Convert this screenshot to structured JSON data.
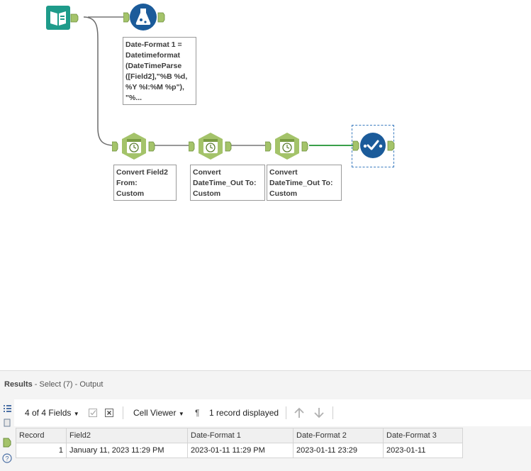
{
  "annotations": {
    "formula": "Date-Format 1 =\nDatetimeformat\n(DateTimeParse\n([Field2],\"%B %d,\n%Y %I:%M  %p\"),\n\"%...",
    "convert1": "Convert Field2\nFrom:\nCustom",
    "convert2": "Convert\nDateTime_Out To:\nCustom",
    "convert3": "Convert\nDateTime_Out To:\nCustom"
  },
  "results": {
    "title": "Results",
    "subtitle": " - Select (7) - Output"
  },
  "toolbar": {
    "fields": "4 of 4 Fields",
    "cell_viewer": "Cell Viewer",
    "pilcrow": "¶",
    "records": "1 record displayed"
  },
  "table": {
    "headers": [
      "Record",
      "Field2",
      "Date-Format 1",
      "Date-Format 2",
      "Date-Format 3"
    ],
    "rows": [
      [
        "1",
        "January 11, 2023 11:29 PM",
        "2023-01-11 11:29  PM",
        "2023-01-11 23:29",
        "2023-01-11"
      ]
    ]
  },
  "colors": {
    "tool_green": "#a4c36a",
    "tool_blue": "#1b5b9a",
    "input_teal": "#1e9b8a",
    "wire_gray": "#6b6b6b",
    "wire_green": "#4caf50"
  }
}
